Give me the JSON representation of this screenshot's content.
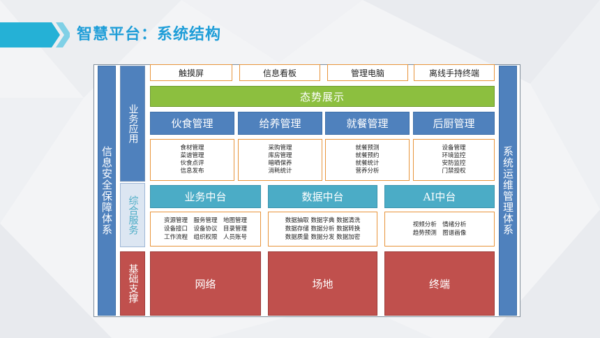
{
  "title": "智慧平台：系统结构",
  "colors": {
    "title": "#1f9ed8",
    "blue": "#4f81bd",
    "cyan": "#4bacc6",
    "green": "#8cbf3f",
    "red": "#c0504d",
    "orange_border": "#e8943a"
  },
  "left_bar": "信息安全保障体系",
  "right_bar": "系统运维管理体系",
  "layers": {
    "business_app": "业务应用",
    "integrated_service": "综合服务",
    "infrastructure": "基础支撑"
  },
  "devices": [
    "触摸屏",
    "信息看板",
    "管理电脑",
    "离线手持终端"
  ],
  "situation_display": "态势展示",
  "modules": [
    {
      "title": "伙食管理",
      "items": [
        "食材管理",
        "菜谱管理",
        "伙食点评",
        "信息发布"
      ]
    },
    {
      "title": "给养管理",
      "items": [
        "采购管理",
        "库房管理",
        "暗晒保养",
        "消耗统计"
      ]
    },
    {
      "title": "就餐管理",
      "items": [
        "就餐预测",
        "就餐预约",
        "就餐统计",
        "营养分析"
      ]
    },
    {
      "title": "后厨管理",
      "items": [
        "设备管理",
        "环境监控",
        "安防监控",
        "门禁授权"
      ]
    }
  ],
  "middle_platforms": [
    {
      "title": "业务中台",
      "rows": [
        "资源管理　服务管理　地图管理",
        "设备接口　设备协议　目录管理",
        "工作流程　组织权限　人员账号"
      ]
    },
    {
      "title": "数据中台",
      "rows": [
        "数据抽取 数据字典 数据清洗",
        "数据存储 数据分析 数据转换",
        "数据质量 数据分发 数据加密"
      ]
    },
    {
      "title": "AI中台",
      "rows": [
        "视频分析　情绪分析",
        "趋势预测　图谱画像"
      ]
    }
  ],
  "infrastructure": [
    "网络",
    "场地",
    "终端"
  ]
}
